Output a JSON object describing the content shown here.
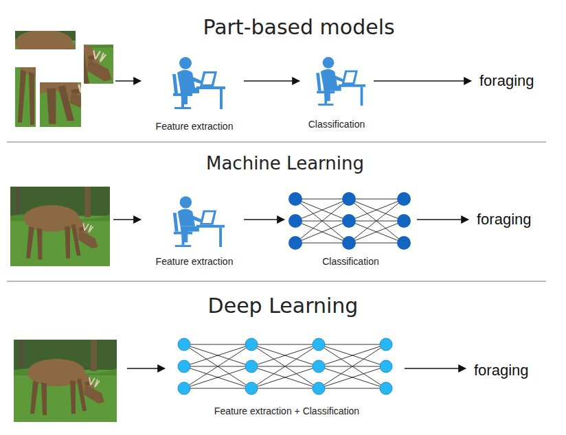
{
  "diagram": {
    "nodes": [
      {
        "text": [
          "Part-based models"
        ]
      },
      {
        "text": [
          "Feature extraction"
        ],
        "in": 0
      },
      {
        "text": [
          "Classification"
        ],
        "in": 0
      },
      {
        "text": [
          "foraging"
        ],
        "in": 0
      },
      {
        "text": [
          "Machine Learning"
        ]
      },
      {
        "text": [
          "Feature extraction"
        ],
        "in": 4
      },
      {
        "text": [
          "Classification"
        ],
        "in": 4
      },
      {
        "text": [
          "foraging"
        ],
        "in": 4
      },
      {
        "text": [
          "Deep Learning"
        ]
      },
      {
        "text": [
          "Feature extraction + Classification"
        ],
        "in": 8
      },
      {
        "text": [
          "foraging"
        ],
        "in": 8
      }
    ],
    "edges": [
      {
        "from": 1,
        "to": 2,
        "arrow": "to"
      },
      {
        "from": 2,
        "to": 3,
        "arrow": "to"
      },
      {
        "from": 5,
        "to": 6,
        "arrow": "to"
      },
      {
        "from": 6,
        "to": 7,
        "arrow": "to"
      },
      {
        "from": 9,
        "to": 10,
        "arrow": "to"
      }
    ]
  }
}
